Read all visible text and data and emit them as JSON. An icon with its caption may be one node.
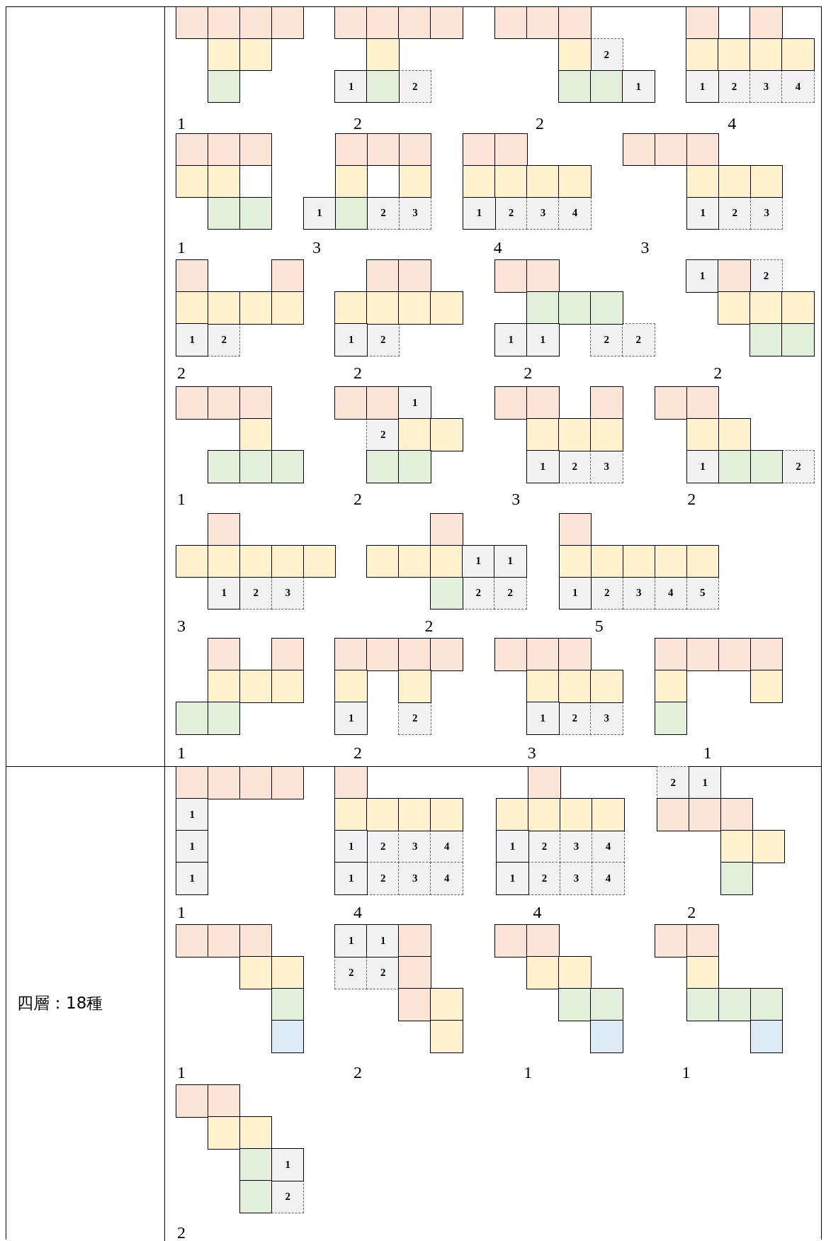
{
  "diagram": {
    "labels": [
      "1",
      "1",
      "2",
      "2",
      "2",
      "1",
      "2",
      "1",
      "2",
      "3",
      "4",
      "4",
      "1",
      "1",
      "2",
      "3",
      "3",
      "1",
      "2",
      "3",
      "4",
      "4",
      "1",
      "2",
      "3",
      "3",
      "1",
      "2",
      "2",
      "1",
      "2",
      "2",
      "1",
      "1",
      "2",
      "2",
      "2",
      "1",
      "2",
      "2",
      "1",
      "1",
      "2",
      "2",
      "1",
      "2",
      "3",
      "3",
      "1",
      "2",
      "2",
      "1",
      "2",
      "3",
      "3",
      "1",
      "1",
      "2",
      "2",
      "2",
      "1",
      "2",
      "3",
      "4",
      "5",
      "5",
      "1",
      "1",
      "2",
      "2",
      "1",
      "2",
      "3",
      "3",
      "1",
      "四層：18種",
      "1",
      "1",
      "1",
      "1",
      "1",
      "2",
      "3",
      "4",
      "1",
      "2",
      "3",
      "4",
      "4",
      "1",
      "2",
      "3",
      "4",
      "1",
      "2",
      "3",
      "4",
      "4",
      "2",
      "1",
      "2",
      "1",
      "1",
      "1",
      "2",
      "2",
      "2",
      "1",
      "1",
      "1",
      "2",
      "2"
    ]
  }
}
